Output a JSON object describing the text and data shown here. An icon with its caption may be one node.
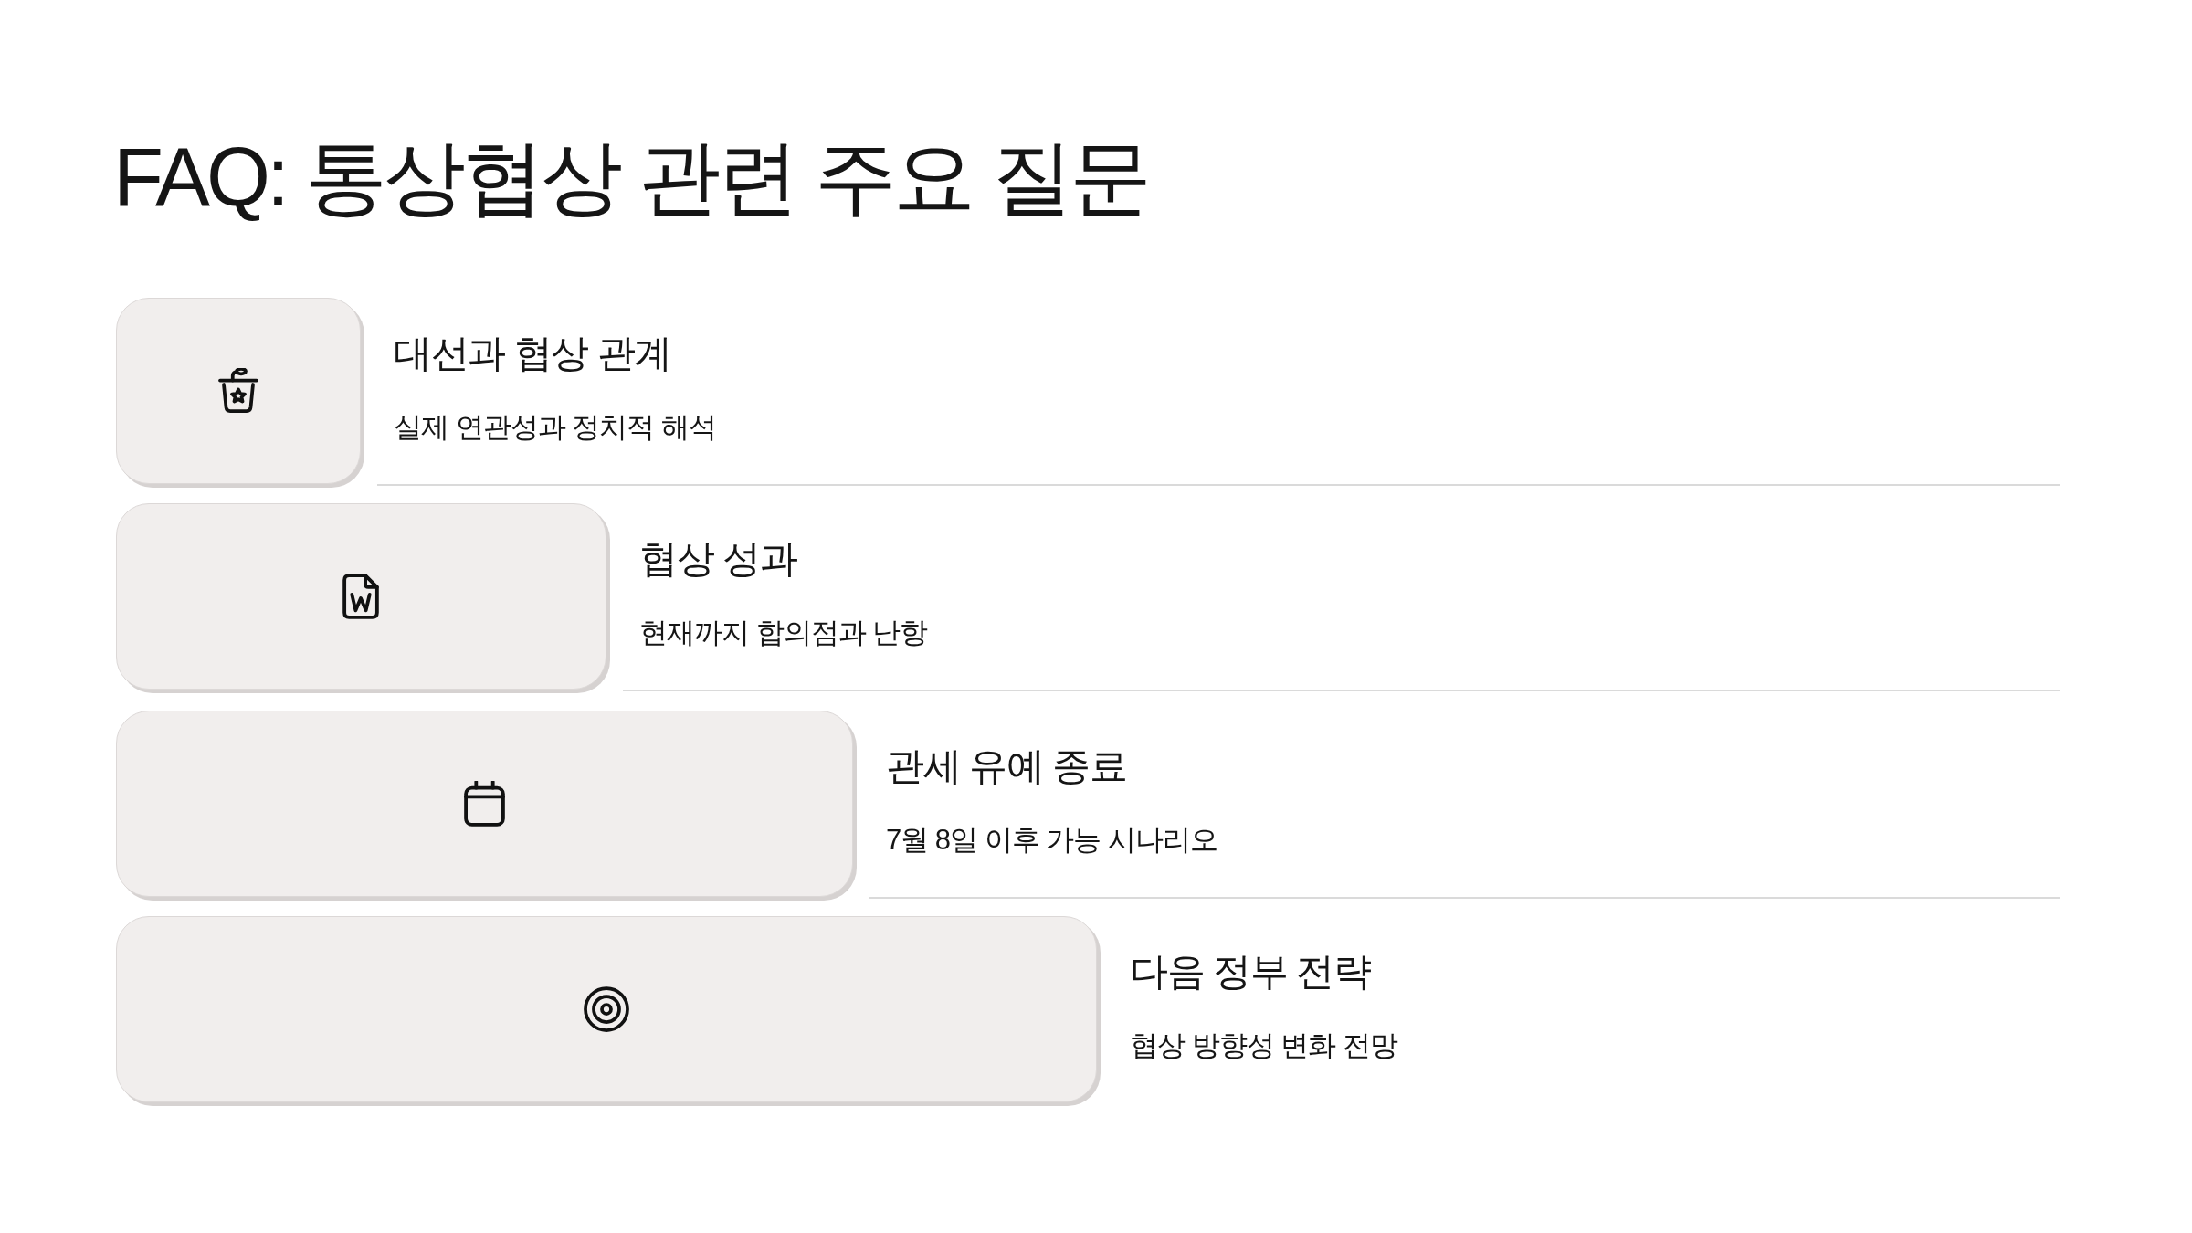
{
  "diagram": {
    "title": "FAQ: 통상협상 관련 주요 질문",
    "nodes": [
      {
        "text": [
          "대선과 협상 관계",
          "실제 연관성과 정치적 해석"
        ]
      },
      {
        "text": [
          "협상 성과",
          "현재까지 합의점과 난항"
        ]
      },
      {
        "text": [
          "관세 유예 종료",
          "7월 8일 이후 가능 시나리오"
        ]
      },
      {
        "text": [
          "다음 정부 전략",
          "협상 방향성 변화 전망"
        ]
      }
    ]
  }
}
